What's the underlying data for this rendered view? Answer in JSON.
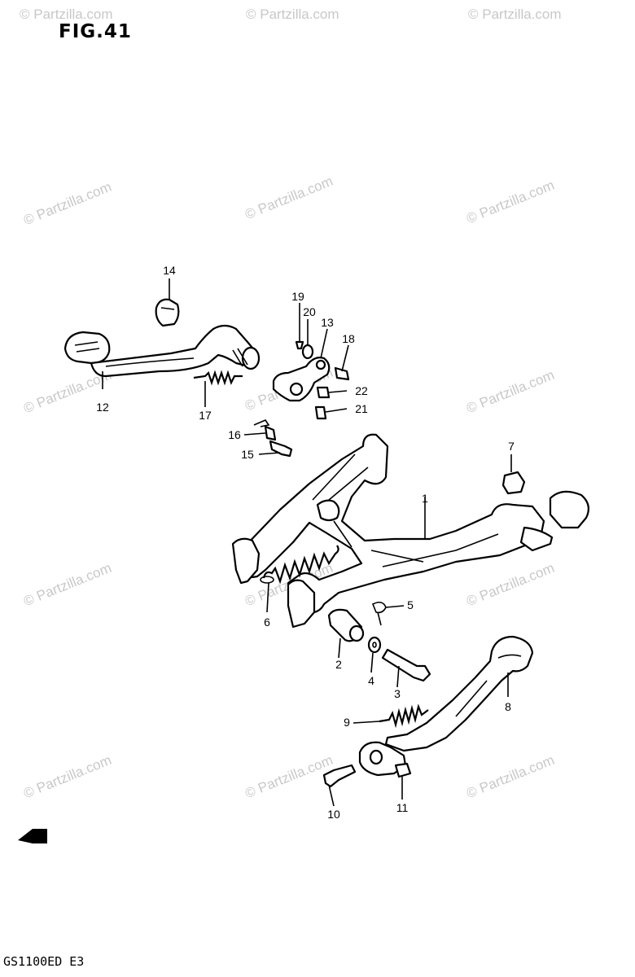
{
  "figure": {
    "title": "FIG.41",
    "model_code": "GS1100ED E3"
  },
  "watermark": {
    "text": "© Partzilla.com"
  },
  "callouts": [
    {
      "id": "1",
      "label": "1"
    },
    {
      "id": "2",
      "label": "2"
    },
    {
      "id": "3",
      "label": "3"
    },
    {
      "id": "4",
      "label": "4"
    },
    {
      "id": "5",
      "label": "5"
    },
    {
      "id": "6",
      "label": "6"
    },
    {
      "id": "7",
      "label": "7"
    },
    {
      "id": "8",
      "label": "8"
    },
    {
      "id": "9",
      "label": "9"
    },
    {
      "id": "10",
      "label": "10"
    },
    {
      "id": "11",
      "label": "11"
    },
    {
      "id": "12",
      "label": "12"
    },
    {
      "id": "13",
      "label": "13"
    },
    {
      "id": "14",
      "label": "14"
    },
    {
      "id": "15",
      "label": "15"
    },
    {
      "id": "16",
      "label": "16"
    },
    {
      "id": "17",
      "label": "17"
    },
    {
      "id": "18",
      "label": "18"
    },
    {
      "id": "19",
      "label": "19"
    },
    {
      "id": "20",
      "label": "20"
    },
    {
      "id": "21",
      "label": "21"
    },
    {
      "id": "22",
      "label": "22"
    }
  ]
}
